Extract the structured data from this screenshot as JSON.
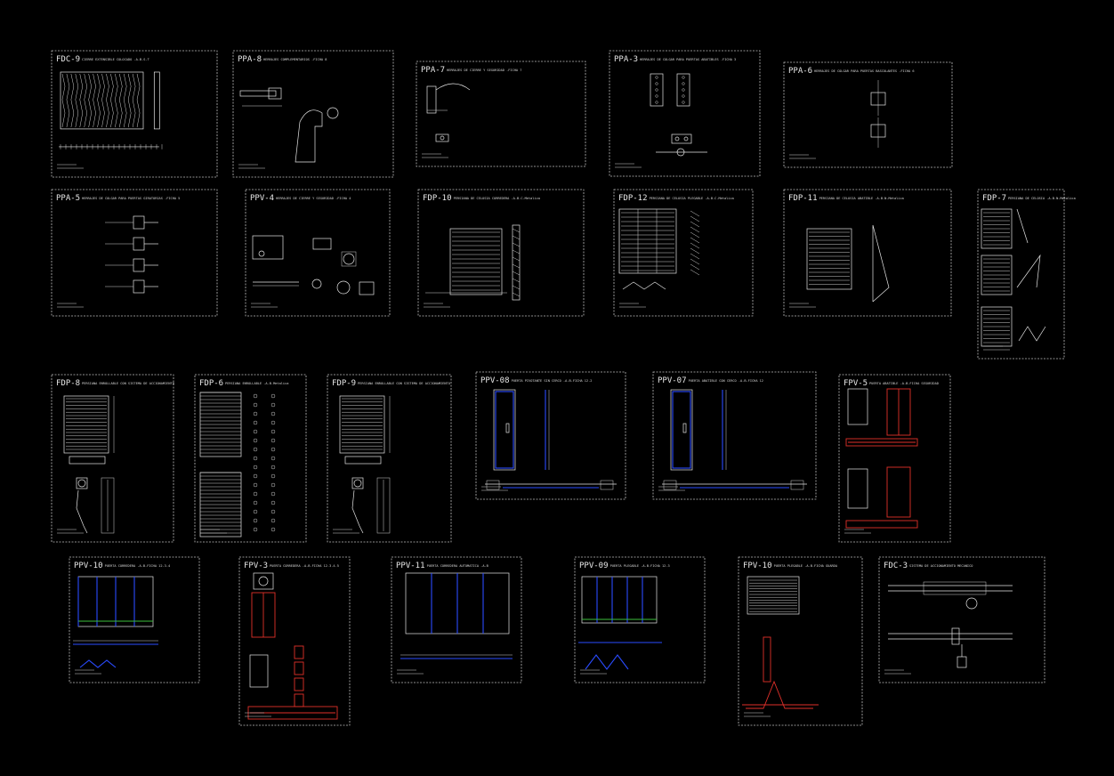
{
  "sheets": [
    {
      "code": "FDC-9",
      "title": "CIERRE EXTENSIBLE COLOCADO -A-B-S-T"
    },
    {
      "code": "PPA-8",
      "title": "HERRAJES COMPLEMENTARIOS -FICHA 8"
    },
    {
      "code": "PPA-7",
      "title": "HERRAJES DE CIERRE Y SEGURIDAD -FICHA 7"
    },
    {
      "code": "PPA-3",
      "title": "HERRAJES DE COLGAR PARA PUERTAS ABATIBLES -FICHA 3"
    },
    {
      "code": "PPA-6",
      "title": "HERRAJES DE COLGAR PARA PUERTAS BASCULANTES -FICHA 6"
    },
    {
      "code": "PPA-5",
      "title": "HERRAJES DE COLGAR PARA PUERTAS GIRATORIAS -FICHA 5"
    },
    {
      "code": "PPV-4",
      "title": "HERRAJES DE CIERRE Y SEGURIDAD -FICHA 4"
    },
    {
      "code": "FDP-10",
      "title": "PERSIANA DE CELOSIA CORREDERA -A-B-C-Metalica"
    },
    {
      "code": "FDP-12",
      "title": "PERSIANA DE CELOSIA PLEGABLE -A-B-C-Metalica"
    },
    {
      "code": "FDP-11",
      "title": "PERSIANA DE CELOSIA ABATIBLE -A-B-N-Metalica"
    },
    {
      "code": "FDP-7",
      "title": "PERSIANA DE CELOSIA -A-B-N-Metalica"
    },
    {
      "code": "FDP-8",
      "title": "PERSIANA ENROLLABLE CON SISTEMA DE ACCIONAMIENTO"
    },
    {
      "code": "FDP-6",
      "title": "PERSIANA ENROLLABLE -A-B-Metalica"
    },
    {
      "code": "FDP-9",
      "title": "PERSIANA ENROLLABLE CON SISTEMA DE ACCIONAMIENTO"
    },
    {
      "code": "PPV-08",
      "title": "PUERTA PIVOTANTE SIN CERCO -A-B-FICHA 12.2"
    },
    {
      "code": "PPV-07",
      "title": "PUERTA ABATIBLE CON CERCO -A-B-FICHA 12"
    },
    {
      "code": "FPV-5",
      "title": "PUERTA ABATIBLE -A-B-FICHA SEGURIDAD"
    },
    {
      "code": "PPV-10",
      "title": "PUERTA CORREDERA -A-B-FICHA 12.3.4"
    },
    {
      "code": "FPV-3",
      "title": "PUERTA CORREDERA -A-B-FICHA 12.3.4.5"
    },
    {
      "code": "PPV-11",
      "title": "PUERTA CORREDERA AUTOMATICA -A-B"
    },
    {
      "code": "PPV-09",
      "title": "PUERTA PLEGABLE -A-B-FICHA 12.3"
    },
    {
      "code": "FPV-10",
      "title": "PUERTA PLEGABLE -A-B-FICHA GUARDA"
    },
    {
      "code": "FDC-3",
      "title": "SISTEMA DE ACCIONAMIENTO MECANICO"
    }
  ]
}
